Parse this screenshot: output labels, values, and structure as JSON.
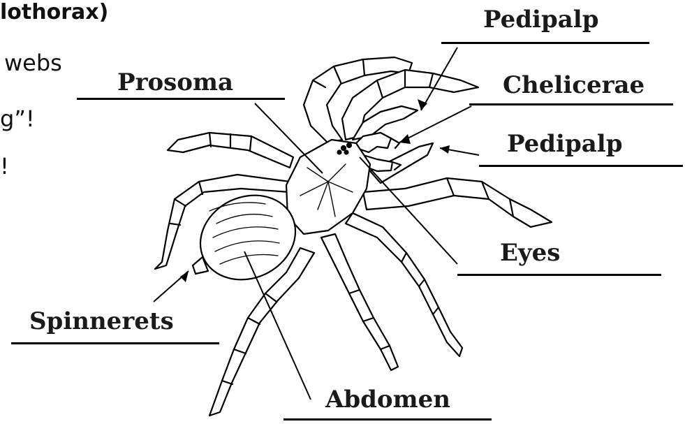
{
  "slide": {
    "line1": "lothorax)",
    "line2": "webs",
    "line3": "g”!",
    "line4": "!"
  },
  "labels": {
    "pedipalp_top": "Pedipalp",
    "prosoma": "Prosoma",
    "chelicerae": "Chelicerae",
    "pedipalp_right": "Pedipalp",
    "eyes": "Eyes",
    "spinnerets": "Spinnerets",
    "abdomen": "Abdomen"
  },
  "colors": {
    "ink": "#000000",
    "paper": "#ffffff"
  }
}
